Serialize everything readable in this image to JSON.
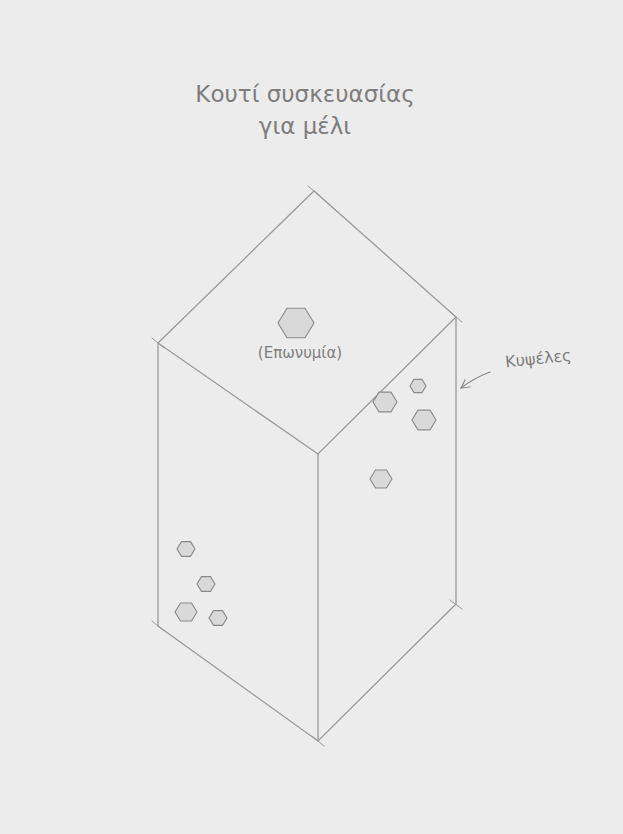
{
  "diagram": {
    "title": "Κουτί συσκευασίας για μέλι",
    "labels": [
      "(Επωνυμία)",
      "Κυψέλες"
    ]
  }
}
